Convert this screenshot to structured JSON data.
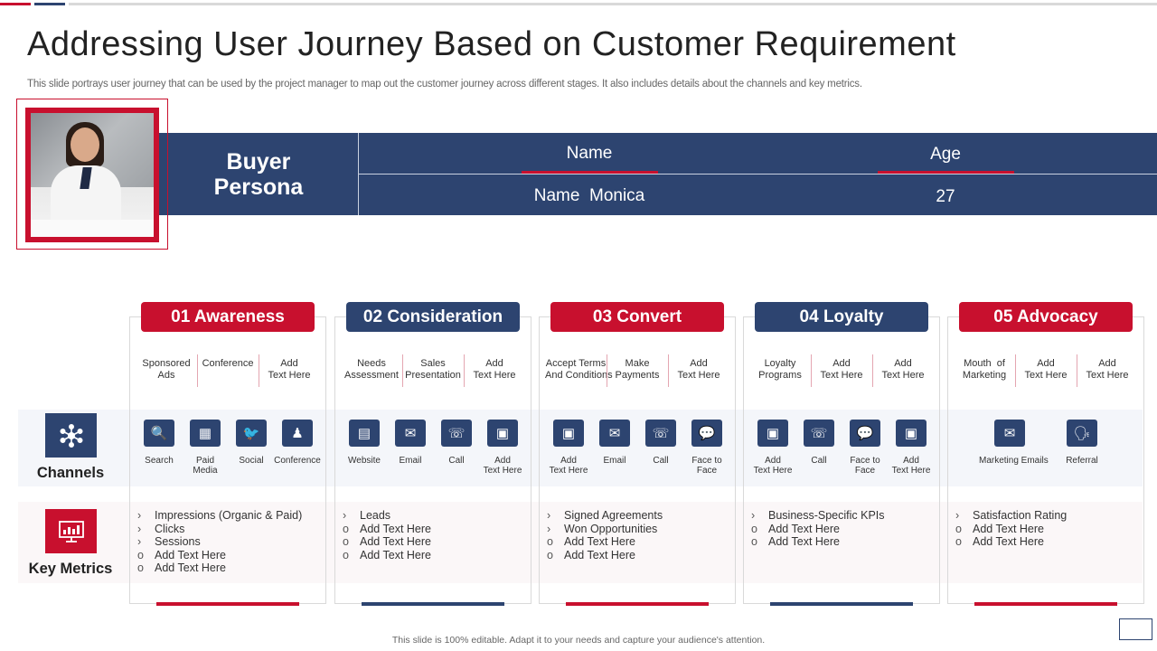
{
  "colors": {
    "navy": "#2d4470",
    "red": "#c8102e"
  },
  "title": "Addressing User Journey Based on Customer Requirement",
  "subtitle": "This slide portrays user journey that can be used by the project manager to map out the customer journey across different stages. It also includes details about the channels and key metrics.",
  "persona": {
    "label_line1": "Buyer",
    "label_line2": "Persona",
    "name_header": "Name",
    "age_header": "Age",
    "name_value": "Name  Monica",
    "age_value": "27"
  },
  "rows": {
    "channels": "Channels",
    "metrics": "Key Metrics"
  },
  "stages": [
    {
      "title": "01  Awareness",
      "color": "#c8102e",
      "channel_text": [
        [
          "Sponsored",
          "Ads"
        ],
        [
          "Conference",
          ""
        ],
        [
          "Add",
          "Text Here"
        ]
      ],
      "icons": [
        {
          "icon": "search-icon",
          "glyph": "🔍",
          "label": [
            "Search",
            ""
          ]
        },
        {
          "icon": "media-icon",
          "glyph": "▦",
          "label": [
            "Paid",
            "Media"
          ]
        },
        {
          "icon": "social-bird-icon",
          "glyph": "🐦",
          "label": [
            "Social",
            ""
          ]
        },
        {
          "icon": "conference-icon",
          "glyph": "♟",
          "label": [
            "Conference",
            ""
          ]
        }
      ],
      "metrics": [
        {
          "bullet": "›",
          "text": "Impressions (Organic & Paid)"
        },
        {
          "bullet": "›",
          "text": "Clicks"
        },
        {
          "bullet": "›",
          "text": "Sessions"
        },
        {
          "bullet": "o",
          "text": "Add Text Here"
        },
        {
          "bullet": "o",
          "text": "Add Text Here"
        }
      ]
    },
    {
      "title": "02  Consideration",
      "color": "#2d4470",
      "channel_text": [
        [
          "Needs",
          "Assessment"
        ],
        [
          "Sales",
          "Presentation"
        ],
        [
          "Add",
          "Text Here"
        ]
      ],
      "icons": [
        {
          "icon": "website-icon",
          "glyph": "▤",
          "label": [
            "Website",
            ""
          ]
        },
        {
          "icon": "email-icon",
          "glyph": "✉",
          "label": [
            "Email",
            ""
          ]
        },
        {
          "icon": "phone-call-icon",
          "glyph": "☏",
          "label": [
            "Call",
            ""
          ]
        },
        {
          "icon": "add-icon",
          "glyph": "▣",
          "label": [
            "Add",
            "Text Here"
          ]
        }
      ],
      "metrics": [
        {
          "bullet": "›",
          "text": "Leads"
        },
        {
          "bullet": "o",
          "text": "Add Text Here"
        },
        {
          "bullet": "o",
          "text": "Add Text Here"
        },
        {
          "bullet": "o",
          "text": "Add Text Here"
        }
      ]
    },
    {
      "title": "03  Convert",
      "color": "#c8102e",
      "channel_text": [
        [
          "Accept Terms",
          "And Conditions"
        ],
        [
          "Make",
          "Payments"
        ],
        [
          "Add",
          "Text Here"
        ]
      ],
      "icons": [
        {
          "icon": "add-icon",
          "glyph": "▣",
          "label": [
            "Add",
            "Text Here"
          ]
        },
        {
          "icon": "email-icon",
          "glyph": "✉",
          "label": [
            "Email",
            ""
          ]
        },
        {
          "icon": "phone-call-icon",
          "glyph": "☏",
          "label": [
            "Call",
            ""
          ]
        },
        {
          "icon": "face-to-face-icon",
          "glyph": "💬",
          "label": [
            "Face to",
            "Face"
          ]
        }
      ],
      "metrics": [
        {
          "bullet": "›",
          "text": "Signed Agreements"
        },
        {
          "bullet": "›",
          "text": "Won Opportunities"
        },
        {
          "bullet": "o",
          "text": "Add Text Here"
        },
        {
          "bullet": "o",
          "text": "Add Text Here"
        }
      ]
    },
    {
      "title": "04  Loyalty",
      "color": "#2d4470",
      "channel_text": [
        [
          "Loyalty",
          "Programs"
        ],
        [
          "Add",
          "Text Here"
        ],
        [
          "Add",
          "Text Here"
        ]
      ],
      "icons": [
        {
          "icon": "add-icon",
          "glyph": "▣",
          "label": [
            "Add",
            "Text Here"
          ]
        },
        {
          "icon": "phone-call-icon",
          "glyph": "☏",
          "label": [
            "Call",
            ""
          ]
        },
        {
          "icon": "face-to-face-icon",
          "glyph": "💬",
          "label": [
            "Face to",
            "Face"
          ]
        },
        {
          "icon": "add-icon",
          "glyph": "▣",
          "label": [
            "Add",
            "Text Here"
          ]
        }
      ],
      "metrics": [
        {
          "bullet": "›",
          "text": "Business-Specific KPIs"
        },
        {
          "bullet": "o",
          "text": "Add Text Here"
        },
        {
          "bullet": "o",
          "text": "Add Text Here"
        }
      ]
    },
    {
      "title": "05  Advocacy",
      "color": "#c8102e",
      "channel_text": [
        [
          "Mouth  of",
          "Marketing"
        ],
        [
          "Add",
          "Text Here"
        ],
        [
          "Add",
          "Text Here"
        ]
      ],
      "icons": [
        {
          "icon": "marketing-email-icon",
          "glyph": "✉",
          "label": [
            "Marketing Emails",
            ""
          ]
        },
        {
          "icon": "referral-speaker-icon",
          "glyph": "🗣",
          "label": [
            "Referral",
            ""
          ]
        }
      ],
      "metrics": [
        {
          "bullet": "›",
          "text": "Satisfaction Rating"
        },
        {
          "bullet": "o",
          "text": "Add Text Here"
        },
        {
          "bullet": "o",
          "text": "Add Text Here"
        }
      ]
    }
  ],
  "footer": "This slide is 100% editable. Adapt it to your needs and capture your audience's attention."
}
